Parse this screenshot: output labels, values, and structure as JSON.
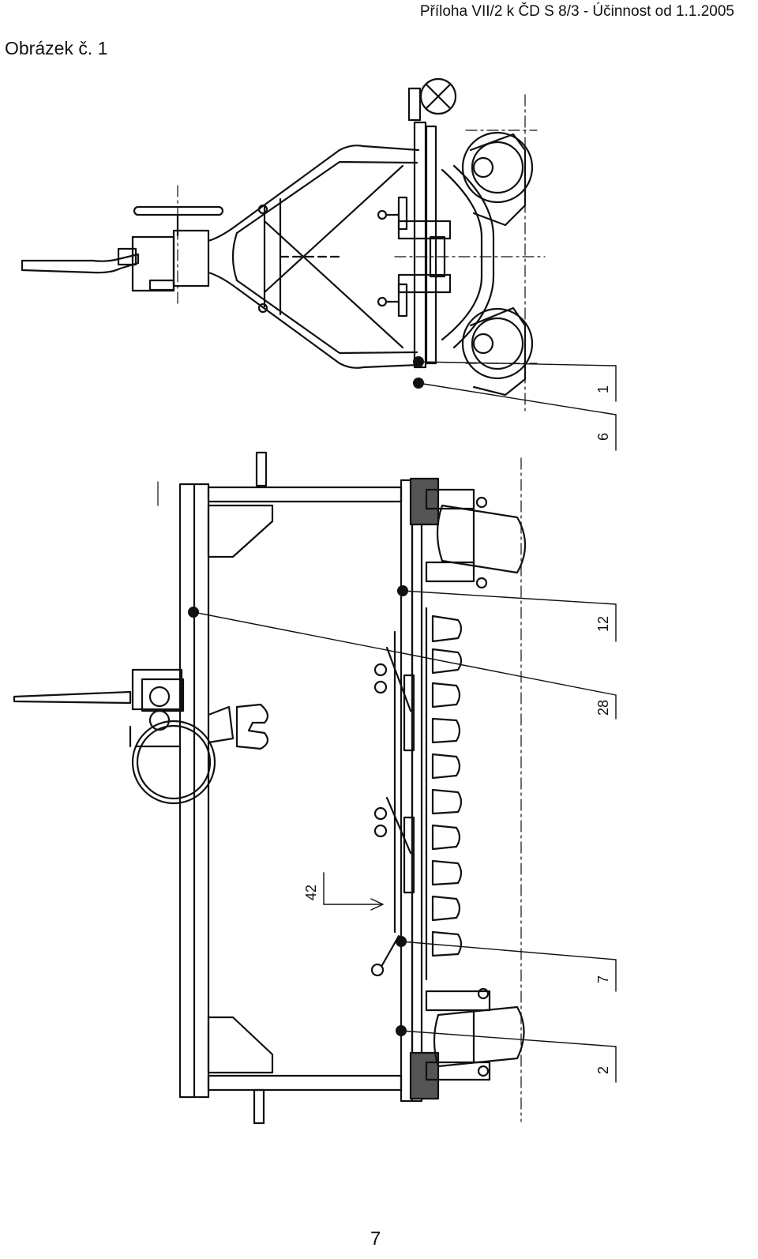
{
  "header": {
    "text": "Příloha VII/2 k ČD S 8/3 - Účinnost od 1.1.2005"
  },
  "figure": {
    "title": "Obrázek č. 1",
    "callouts": [
      "1",
      "6",
      "12",
      "28",
      "7",
      "2",
      "42"
    ]
  },
  "footer": {
    "page_number": "7"
  }
}
